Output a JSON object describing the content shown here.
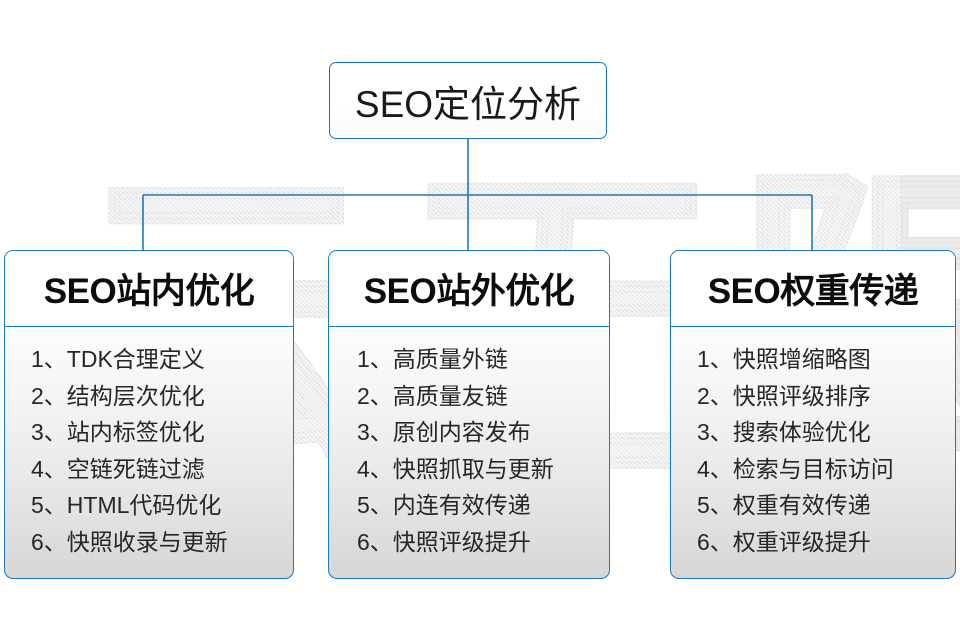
{
  "diagram": {
    "watermark_text": "云无限",
    "accent_color": "#1b79c4",
    "text_color": "#1a1a1a",
    "root": {
      "label": "SEO定位分析"
    },
    "columns": [
      {
        "heading": "SEO站内优化",
        "items": [
          "1、TDK合理定义",
          "2、结构层次优化",
          "3、站内标签优化",
          "4、空链死链过滤",
          "5、HTML代码优化",
          "6、快照收录与更新"
        ]
      },
      {
        "heading": "SEO站外优化",
        "items": [
          "1、高质量外链",
          "2、高质量友链",
          "3、原创内容发布",
          "4、快照抓取与更新",
          "5、内连有效传递",
          "6、快照评级提升"
        ]
      },
      {
        "heading": "SEO权重传递",
        "items": [
          "1、快照增缩略图",
          "2、快照评级排序",
          "3、搜索体验优化",
          "4、检索与目标访问",
          "5、权重有效传递",
          "6、权重评级提升"
        ]
      }
    ]
  }
}
